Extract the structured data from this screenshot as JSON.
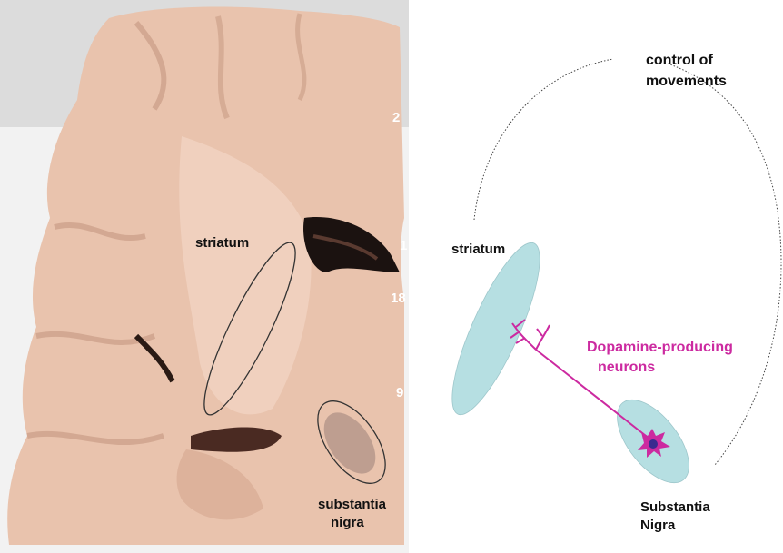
{
  "photo": {
    "labels": {
      "striatum": "striatum",
      "substantia_nigra_line1": "substantia",
      "substantia_nigra_line2": "nigra"
    },
    "edge_numbers": [
      "2",
      "1",
      "18",
      "9"
    ]
  },
  "diagram": {
    "labels": {
      "control_line1": "control of",
      "control_line2": "movements",
      "striatum": "striatum",
      "dopamine_line1": "Dopamine-producing",
      "dopamine_line2": "neurons",
      "substantia_line1": "Substantia",
      "substantia_line2": "Nigra"
    }
  },
  "colors": {
    "tissue": "#e9c3ad",
    "ellipse_fill": "#b6dfe2",
    "neuron": "#cc2aa0",
    "nucleus": "#3b2a8f"
  }
}
